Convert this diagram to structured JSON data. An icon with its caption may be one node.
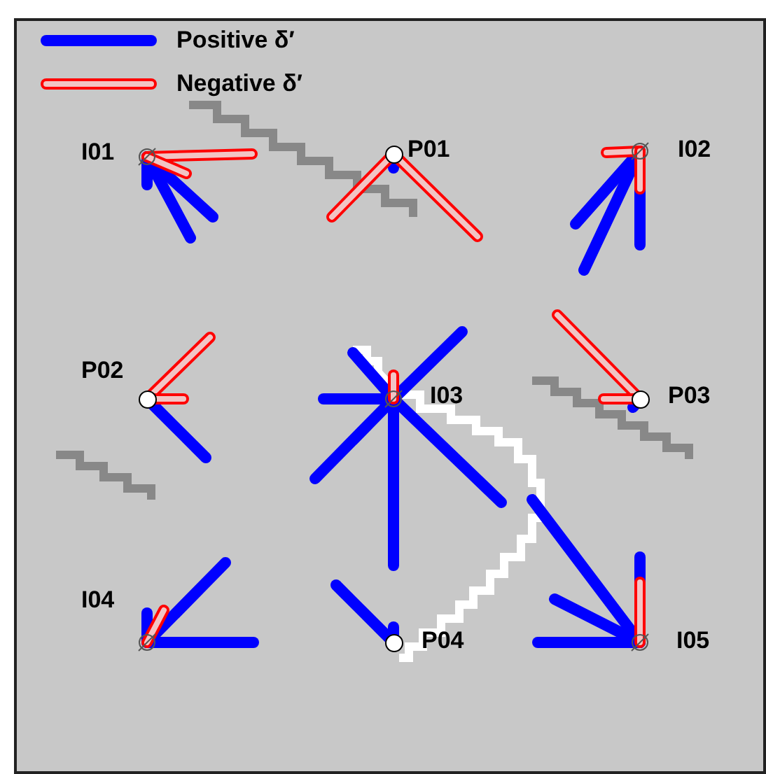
{
  "diagram": {
    "nodes": [
      {
        "text": [],
        "shape": "circle",
        "beside": [
          "I01"
        ]
      },
      {
        "text": [],
        "shape": "circle",
        "beside": [
          "P01"
        ]
      },
      {
        "text": [],
        "shape": "circle",
        "beside": [
          "I02"
        ]
      },
      {
        "text": [],
        "shape": "circle",
        "beside": [
          "P02"
        ]
      },
      {
        "text": [],
        "shape": "circle",
        "beside": [
          "I03"
        ]
      },
      {
        "text": [],
        "shape": "circle",
        "beside": [
          "P03"
        ]
      },
      {
        "text": [],
        "shape": "circle",
        "beside": [
          "I04"
        ]
      },
      {
        "text": [],
        "shape": "circle",
        "beside": [
          "P04"
        ]
      },
      {
        "text": [],
        "shape": "circle",
        "beside": [
          "I05"
        ]
      }
    ],
    "legend": [
      {
        "text": "Positive δ′"
      },
      {
        "text": "Negative δ′"
      }
    ]
  }
}
